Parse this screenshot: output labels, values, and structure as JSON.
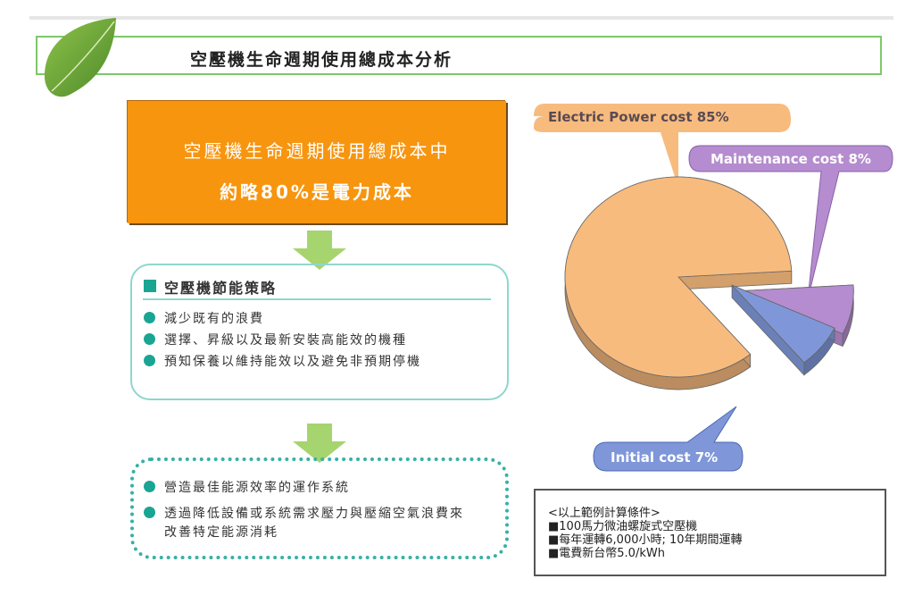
{
  "title": "空壓機生命週期使用總成本分析",
  "highlight": {
    "line1": "空壓機生命週期使用總成本中",
    "line2": "約略80%是電力成本"
  },
  "strategy": {
    "heading": "空壓機節能策略",
    "items": [
      "減少既有的浪費",
      "選擇、昇級以及最新安裝高能效的機種",
      "預知保養以維持能效以及避免非預期停機"
    ]
  },
  "actions": {
    "items": [
      "營造最佳能源效率的運作系統",
      "透過降低設備或系統需求壓力與壓縮空氣浪費來",
      "改善特定能源消耗"
    ]
  },
  "note": {
    "heading": "<以上範例計算條件>",
    "lines": [
      "■100馬力微油螺旋式空壓機",
      "■每年運轉6,000小時; 10年期間運轉",
      "■電費新台幣5.0/kWh"
    ]
  },
  "chart_data": {
    "type": "pie",
    "slices": [
      {
        "name": "Electric Power cost",
        "value": 85,
        "label": "Electric Power cost 85%",
        "color": "#f8bb7e"
      },
      {
        "name": "Maintenance cost",
        "value": 8,
        "label": "Maintenance cost 8%",
        "color": "#b58ccf"
      },
      {
        "name": "Initial cost",
        "value": 7,
        "label": "Initial cost 7%",
        "color": "#7f97d8"
      }
    ]
  }
}
